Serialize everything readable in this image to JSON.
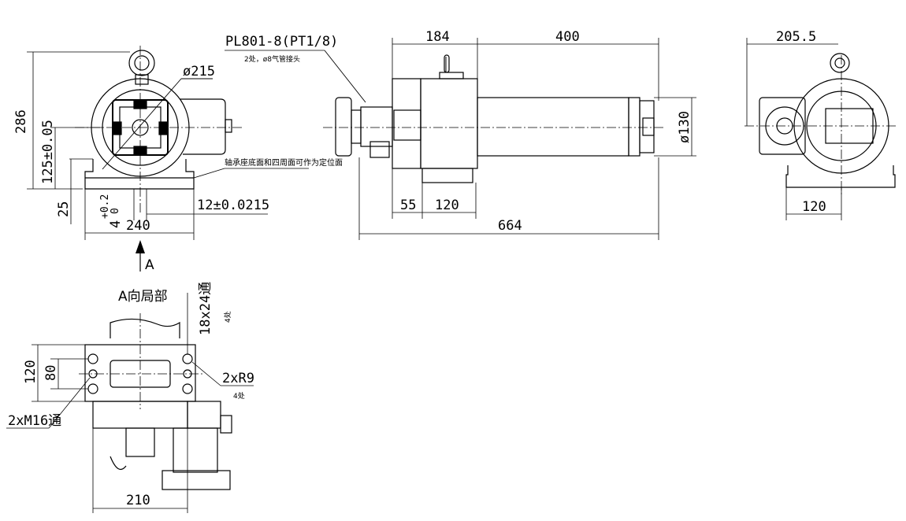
{
  "front_view": {
    "height_total": "286",
    "center_height": "125±0.05",
    "base_height": "25",
    "key_depth_main": "4",
    "key_depth_tol_upper": "+0.2",
    "key_depth_tol_lower": "0",
    "base_width": "240",
    "key_width": "12±0.0215",
    "diameter": "ø215",
    "view_arrow_label": "A",
    "base_note": "轴承座底面和四周面可作为定位面"
  },
  "side_view": {
    "fitting_part": "PL801-8(PT1/8)",
    "fitting_note": "2处，ø8气管接头",
    "len_head": "184",
    "len_body": "400",
    "len_base_offset": "55",
    "len_base": "120",
    "len_total": "664",
    "diameter": "ø130"
  },
  "end_view": {
    "width": "205.5",
    "base_width": "120"
  },
  "detail_view": {
    "title": "A向局部",
    "hole_thread": "18x24通",
    "hole_count_top": "4处",
    "height_120": "120",
    "height_80": "80",
    "radius": "2xR9",
    "radius_count": "4处",
    "thread": "2xM16通",
    "width": "210"
  }
}
